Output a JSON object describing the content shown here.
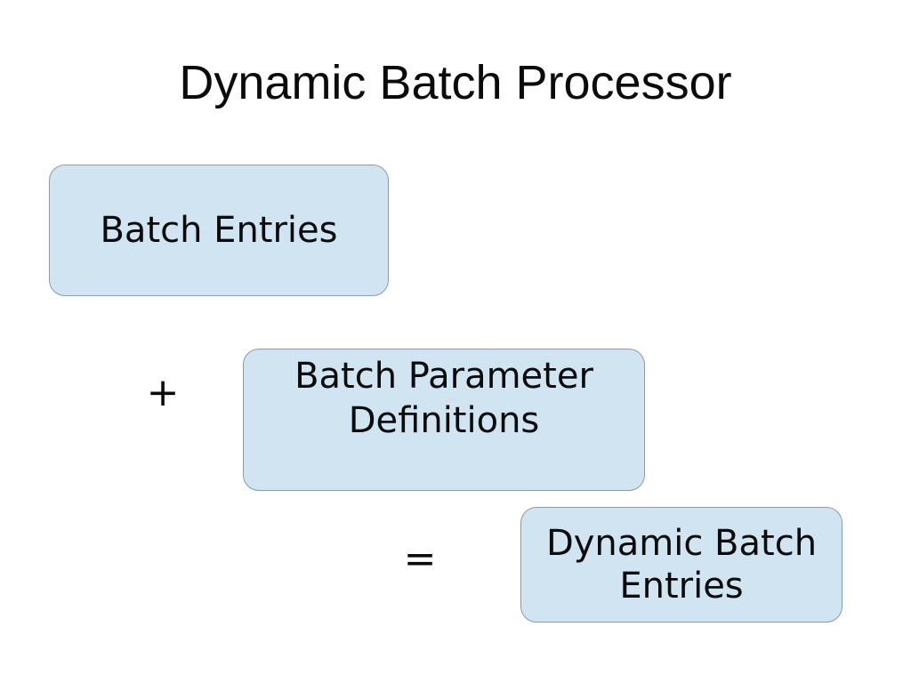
{
  "slide": {
    "title": "Dynamic Batch Processor",
    "boxes": [
      {
        "label": "Batch Entries"
      },
      {
        "label": "Batch Parameter Definitions"
      },
      {
        "label": "Dynamic Batch Entries"
      }
    ],
    "operators": {
      "plus": "+",
      "equals": "="
    },
    "colors": {
      "background": "#ffffff",
      "box_fill": "#d0e4f2",
      "box_border": "#8c9baa",
      "text": "#0b0b0b"
    }
  }
}
